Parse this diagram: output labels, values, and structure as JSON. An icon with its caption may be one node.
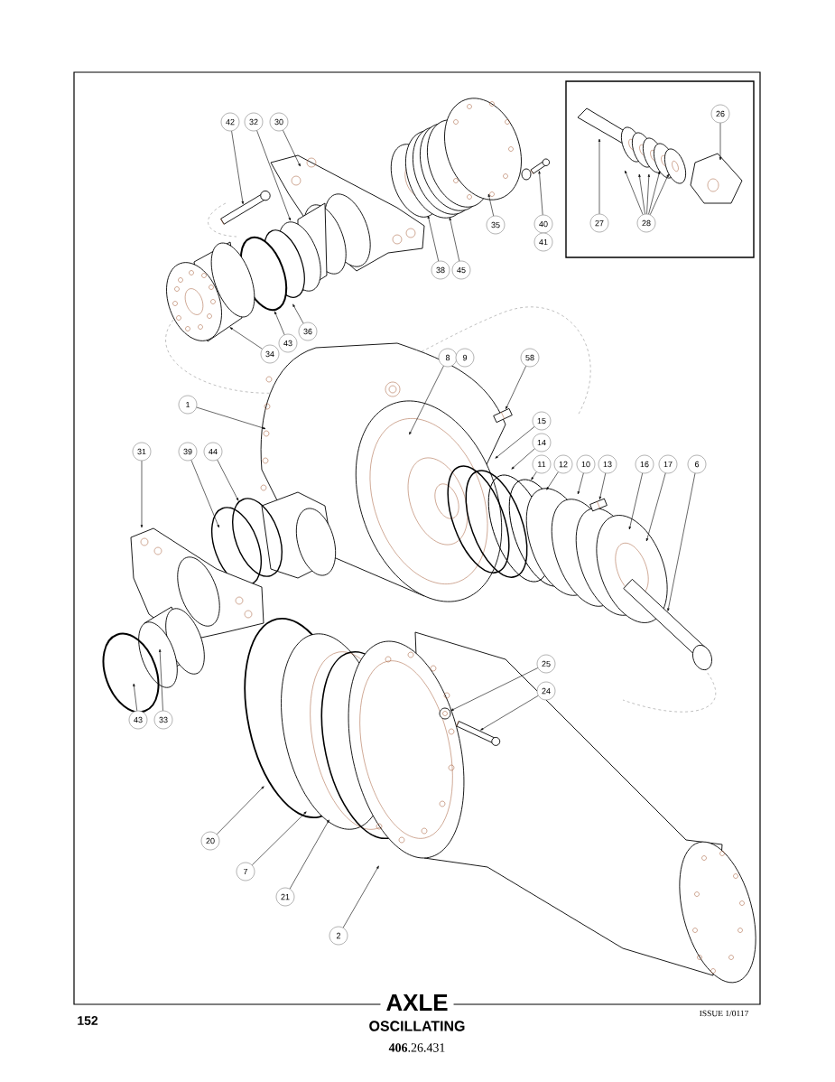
{
  "diagram": {
    "title": "AXLE",
    "nodes": [
      {
        "text": [
          "42"
        ]
      },
      {
        "text": [
          "32"
        ]
      },
      {
        "text": [
          "30"
        ]
      },
      {
        "text": [
          "26"
        ]
      },
      {
        "text": [
          "35"
        ]
      },
      {
        "text": [
          "40"
        ]
      },
      {
        "text": [
          "41"
        ]
      },
      {
        "text": [
          "27"
        ]
      },
      {
        "text": [
          "28"
        ]
      },
      {
        "text": [
          "38"
        ]
      },
      {
        "text": [
          "45"
        ]
      },
      {
        "text": [
          "36"
        ]
      },
      {
        "text": [
          "43"
        ]
      },
      {
        "text": [
          "34"
        ]
      },
      {
        "text": [
          "8"
        ]
      },
      {
        "text": [
          "9"
        ]
      },
      {
        "text": [
          "58"
        ]
      },
      {
        "text": [
          "1"
        ]
      },
      {
        "text": [
          "15"
        ]
      },
      {
        "text": [
          "14"
        ]
      },
      {
        "text": [
          "31"
        ]
      },
      {
        "text": [
          "39"
        ]
      },
      {
        "text": [
          "44"
        ]
      },
      {
        "text": [
          "11"
        ]
      },
      {
        "text": [
          "12"
        ]
      },
      {
        "text": [
          "10"
        ]
      },
      {
        "text": [
          "13"
        ]
      },
      {
        "text": [
          "16"
        ]
      },
      {
        "text": [
          "17"
        ]
      },
      {
        "text": [
          "6"
        ]
      },
      {
        "text": [
          "25"
        ]
      },
      {
        "text": [
          "24"
        ]
      },
      {
        "text": [
          "43"
        ]
      },
      {
        "text": [
          "33"
        ]
      },
      {
        "text": [
          "20"
        ]
      },
      {
        "text": [
          "7"
        ]
      },
      {
        "text": [
          "21"
        ]
      },
      {
        "text": [
          "2"
        ]
      },
      {
        "text": [],
        "shape": "picture"
      },
      {
        "text": [],
        "shape": "picture"
      },
      {
        "text": [],
        "shape": "picture"
      },
      {
        "text": [],
        "shape": "picture"
      },
      {
        "text": [],
        "shape": "picture"
      },
      {
        "text": [],
        "shape": "picture"
      },
      {
        "text": [],
        "shape": "picture"
      },
      {
        "text": [],
        "shape": "circle"
      }
    ],
    "edges": [
      {
        "from": 0,
        "to": 38,
        "arrow": "to"
      },
      {
        "from": 1,
        "to": null,
        "arrow": "to"
      },
      {
        "from": 2,
        "to": null,
        "arrow": "to"
      },
      {
        "from": 3,
        "to": null,
        "arrow": "to"
      },
      {
        "from": 4,
        "to": null,
        "arrow": "to"
      },
      {
        "from": 5,
        "to": 39,
        "arrow": "to"
      },
      {
        "from": 7,
        "to": null,
        "arrow": "to"
      },
      {
        "from": 8,
        "to": null,
        "arrow": "to"
      },
      {
        "from": 8,
        "to": null,
        "arrow": "to"
      },
      {
        "from": 8,
        "to": null,
        "arrow": "to"
      },
      {
        "from": 8,
        "to": null,
        "arrow": "to"
      },
      {
        "from": 8,
        "to": null,
        "arrow": "to"
      },
      {
        "from": 9,
        "to": null,
        "arrow": "to"
      },
      {
        "from": 10,
        "to": null,
        "arrow": "to"
      },
      {
        "from": 11,
        "to": null,
        "arrow": "to"
      },
      {
        "from": 12,
        "to": null,
        "arrow": "to"
      },
      {
        "from": 13,
        "to": null,
        "arrow": "to"
      },
      {
        "from": 14,
        "to": null,
        "arrow": "to"
      },
      {
        "from": 16,
        "to": 40,
        "arrow": "to"
      },
      {
        "from": 17,
        "to": null,
        "arrow": "to"
      },
      {
        "from": 18,
        "to": null,
        "arrow": "to"
      },
      {
        "from": 19,
        "to": null,
        "arrow": "to"
      },
      {
        "from": 20,
        "to": null,
        "arrow": "to"
      },
      {
        "from": 21,
        "to": null,
        "arrow": "to"
      },
      {
        "from": 22,
        "to": 45,
        "arrow": "to"
      },
      {
        "from": 23,
        "to": null,
        "arrow": "to"
      },
      {
        "from": 24,
        "to": null,
        "arrow": "to"
      },
      {
        "from": 25,
        "to": null,
        "arrow": "to"
      },
      {
        "from": 26,
        "to": 41,
        "arrow": "to"
      },
      {
        "from": 27,
        "to": null,
        "arrow": "to"
      },
      {
        "from": 28,
        "to": null,
        "arrow": "to"
      },
      {
        "from": 29,
        "to": 42,
        "arrow": "to"
      },
      {
        "from": 30,
        "to": 43,
        "arrow": "to"
      },
      {
        "from": 31,
        "to": 44,
        "arrow": "to"
      },
      {
        "from": 32,
        "to": null,
        "arrow": "to"
      },
      {
        "from": 33,
        "to": null,
        "arrow": "to"
      },
      {
        "from": 34,
        "to": null,
        "arrow": "to"
      },
      {
        "from": 35,
        "to": null,
        "arrow": "to"
      },
      {
        "from": 36,
        "to": null,
        "arrow": "to"
      },
      {
        "from": 37,
        "to": null,
        "arrow": "to"
      }
    ],
    "labels": [
      "152",
      "OSCILLATING",
      "ISSUE 1/0117",
      "**406**.26.431"
    ]
  }
}
